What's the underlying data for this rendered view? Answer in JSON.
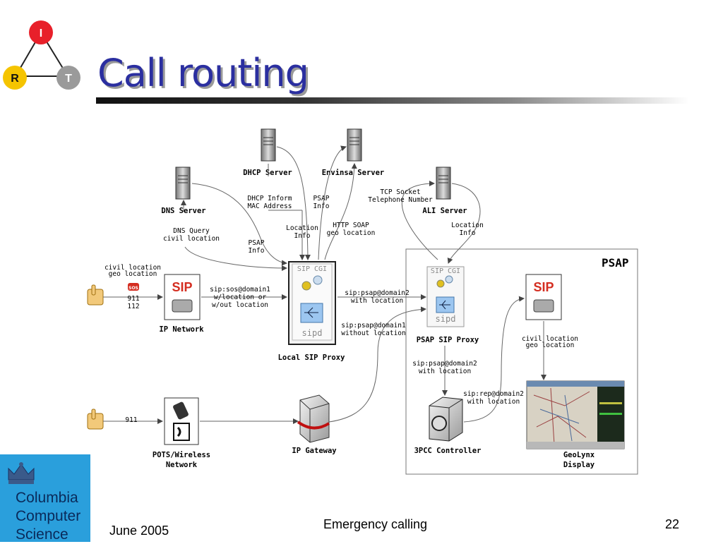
{
  "slide": {
    "title": "Call routing",
    "footer_left": "June 2005",
    "footer_center": "Emergency calling",
    "page_number": "22",
    "logo_lines": [
      "Columbia",
      "Computer",
      "Science"
    ],
    "irt_letters": {
      "i": "I",
      "r": "R",
      "t": "T"
    },
    "colors": {
      "title": "#2b2fa0",
      "logo_bg": "#2a9fdc",
      "irt_i": "#e8202a",
      "irt_r": "#f5c400",
      "irt_t": "#9a9a9a"
    }
  },
  "diagram": {
    "psap_box_title": "PSAP",
    "nodes": {
      "dhcp_server": "DHCP Server",
      "envinsa_server": "Envinsa Server",
      "dns_server": "DNS Server",
      "ali_server": "ALI Server",
      "local_sip_proxy": "Local SIP Proxy",
      "psap_sip_proxy": "PSAP SIP Proxy",
      "ip_network": "IP Network",
      "pots_network": [
        "POTS/Wireless",
        "Network"
      ],
      "ip_gateway": "IP Gateway",
      "pccc_controller": "3PCC Controller",
      "geolynx_display": [
        "GeoLynx",
        "Display"
      ]
    },
    "inner_labels": {
      "sip_cgi": "SIP CGI",
      "sipd": "sipd",
      "sip_logo": "SIP",
      "sos": "SOS"
    },
    "edge_labels": {
      "dhcp_inform": [
        "DHCP Inform",
        "MAC Address"
      ],
      "psap_info_top": [
        "PSAP",
        "Info"
      ],
      "location_info_left": [
        "Location",
        "Info"
      ],
      "http_soap": [
        "HTTP SOAP",
        "geo location"
      ],
      "tcp_socket": [
        "TCP Socket",
        "Telephone Number"
      ],
      "location_info_right": [
        "Location",
        "Info"
      ],
      "dns_query": [
        "DNS Query",
        "civil location"
      ],
      "psap_info_mid": [
        "PSAP",
        "Info"
      ],
      "civil_geo_left": [
        "civil location",
        "geo location"
      ],
      "emergency_numbers": [
        "911",
        "112"
      ],
      "sip_sos": [
        "sip:sos@domain1",
        "w/location or",
        "w/out location"
      ],
      "sip_psap_with": [
        "sip:psap@domain2",
        "with location"
      ],
      "sip_psap_without": [
        "sip:psap@domain1",
        "without location"
      ],
      "civil_geo_right": [
        "civil location",
        "geo location"
      ],
      "sip_psap_3pcc": [
        "sip:psap@domain2",
        "with location"
      ],
      "sip_rep": [
        "sip:rep@domain2",
        "with location"
      ],
      "pots_911": "911"
    }
  }
}
